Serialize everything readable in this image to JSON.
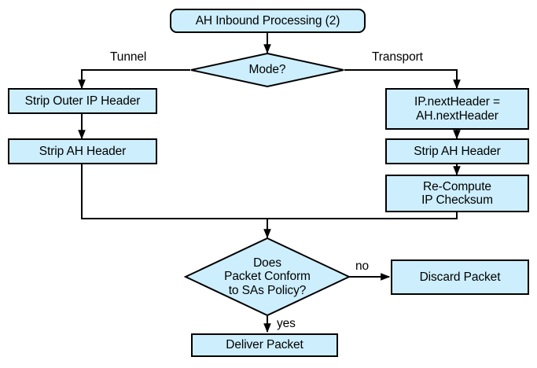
{
  "diagram": {
    "title": "AH Inbound Processing (2)",
    "type": "flowchart",
    "colors": {
      "node_fill": "#cdeefc",
      "node_stroke": "#000000",
      "background": "#ffffff",
      "text": "#000000"
    },
    "nodes": {
      "start": {
        "label": "AH Inbound Processing (2)",
        "shape": "rounded-rectangle"
      },
      "mode_decision": {
        "label": "Mode?",
        "shape": "diamond"
      },
      "strip_outer_ip_header": {
        "label": "Strip Outer IP Header",
        "shape": "rectangle"
      },
      "strip_ah_header_tunnel": {
        "label": "Strip AH Header",
        "shape": "rectangle"
      },
      "ip_nextheader_assign": {
        "label": "IP.nextHeader =\nAH.nextHeader",
        "shape": "rectangle"
      },
      "strip_ah_header_transport": {
        "label": "Strip AH Header",
        "shape": "rectangle"
      },
      "recompute_ip_checksum": {
        "label": "Re-Compute\nIP Checksum",
        "shape": "rectangle"
      },
      "policy_decision": {
        "label": "Does\nPacket Conform\nto SAs Policy?",
        "shape": "diamond"
      },
      "discard_packet": {
        "label": "Discard Packet",
        "shape": "rectangle"
      },
      "deliver_packet": {
        "label": "Deliver Packet",
        "shape": "rectangle"
      }
    },
    "edge_labels": {
      "tunnel": "Tunnel",
      "transport": "Transport",
      "no": "no",
      "yes": "yes"
    }
  }
}
